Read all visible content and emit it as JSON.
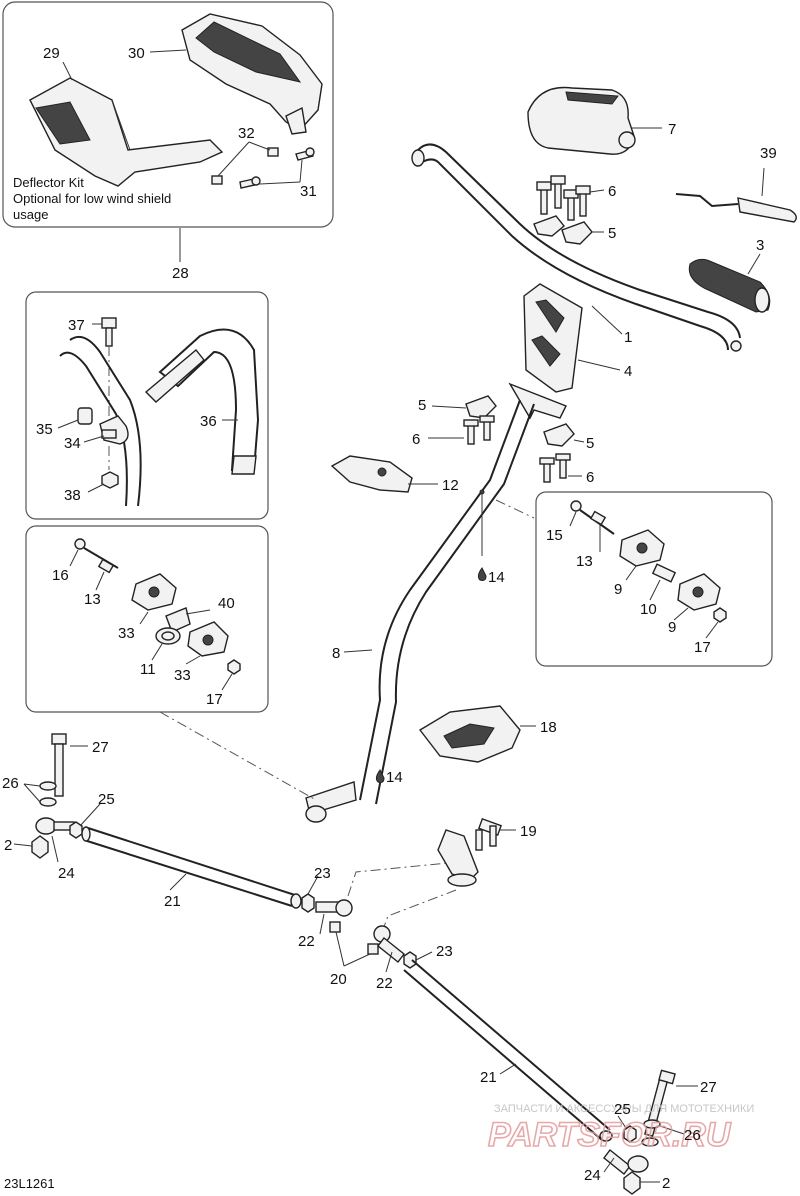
{
  "deflector_kit": {
    "title": "Deflector Kit",
    "note_line1": "Optional for low wind shield",
    "note_line2": "usage"
  },
  "drawing_code": "23L1261",
  "watermark": {
    "line1": "ЗАПЧАСТИ И АКСЕССУАРЫ ДЛЯ МОТОТЕХНИКИ",
    "line2": "PARTSFOR.RU"
  },
  "callouts": {
    "c1": "1",
    "c2a": "2",
    "c2b": "2",
    "c3": "3",
    "c4": "4",
    "c5a": "5",
    "c5b": "5",
    "c5c": "5",
    "c6a": "6",
    "c6b": "6",
    "c6c": "6",
    "c7": "7",
    "c8": "8",
    "c9a": "9",
    "c9b": "9",
    "c10": "10",
    "c11": "11",
    "c12": "12",
    "c13a": "13",
    "c13b": "13",
    "c14a": "14",
    "c14b": "14",
    "c15": "15",
    "c16": "16",
    "c17a": "17",
    "c17b": "17",
    "c18": "18",
    "c19": "19",
    "c20": "20",
    "c21a": "21",
    "c21b": "21",
    "c22a": "22",
    "c22b": "22",
    "c23a": "23",
    "c23b": "23",
    "c24a": "24",
    "c24b": "24",
    "c25a": "25",
    "c25b": "25",
    "c26a": "26",
    "c26b": "26",
    "c27a": "27",
    "c27b": "27",
    "c28": "28",
    "c29": "29",
    "c30": "30",
    "c31": "31",
    "c32": "32",
    "c33a": "33",
    "c33b": "33",
    "c34": "34",
    "c35": "35",
    "c36": "36",
    "c37": "37",
    "c38": "38",
    "c39": "39",
    "c40": "40"
  }
}
